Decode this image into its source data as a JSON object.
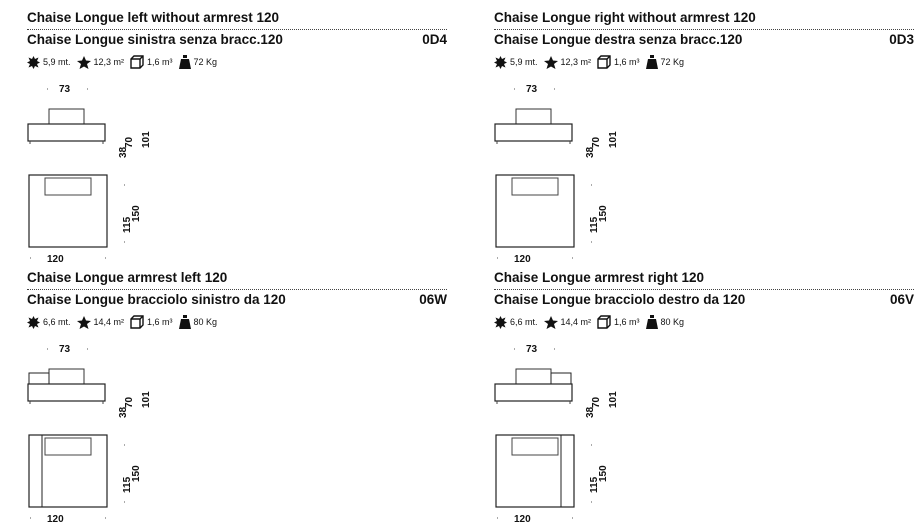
{
  "icons": {
    "fabric": "fabric-meter-icon",
    "leather": "leather-area-icon",
    "volume": "volume-box-icon",
    "weight": "weight-icon"
  },
  "products": [
    {
      "title_en": "Chaise Longue left without armrest 120",
      "title_it": "Chaise Longue sinistra senza bracc.120",
      "code": "0D4",
      "specs": {
        "fabric": "5,9 mt.",
        "leather": "12,3 m²",
        "volume": "1,6 m³",
        "weight": "72 Kg"
      },
      "dims": {
        "side_width": "73",
        "seat_height": "38",
        "arm_height": "70",
        "back_height": "101",
        "depth_inner": "115",
        "depth": "150",
        "width": "120"
      }
    },
    {
      "title_en": "Chaise Longue right without armrest 120",
      "title_it": "Chaise Longue destra senza bracc.120",
      "code": "0D3",
      "specs": {
        "fabric": "5,9 mt.",
        "leather": "12,3 m²",
        "volume": "1,6 m³",
        "weight": "72 Kg"
      },
      "dims": {
        "side_width": "73",
        "seat_height": "38",
        "arm_height": "70",
        "back_height": "101",
        "depth_inner": "115",
        "depth": "150",
        "width": "120"
      }
    },
    {
      "title_en": "Chaise Longue armrest left 120",
      "title_it": "Chaise Longue bracciolo sinistro da 120",
      "code": "06W",
      "specs": {
        "fabric": "6,6 mt.",
        "leather": "14,4 m²",
        "volume": "1,6 m³",
        "weight": "80 Kg"
      },
      "dims": {
        "side_width": "73",
        "seat_height": "38",
        "arm_height": "70",
        "back_height": "101",
        "depth_inner": "115",
        "depth": "150",
        "width": "120"
      }
    },
    {
      "title_en": "Chaise Longue armrest right 120",
      "title_it": "Chaise Longue bracciolo destro da 120",
      "code": "06V",
      "specs": {
        "fabric": "6,6 mt.",
        "leather": "14,4 m²",
        "volume": "1,6 m³",
        "weight": "80 Kg"
      },
      "dims": {
        "side_width": "73",
        "seat_height": "38",
        "arm_height": "70",
        "back_height": "101",
        "depth_inner": "115",
        "depth": "150",
        "width": "120"
      }
    }
  ]
}
